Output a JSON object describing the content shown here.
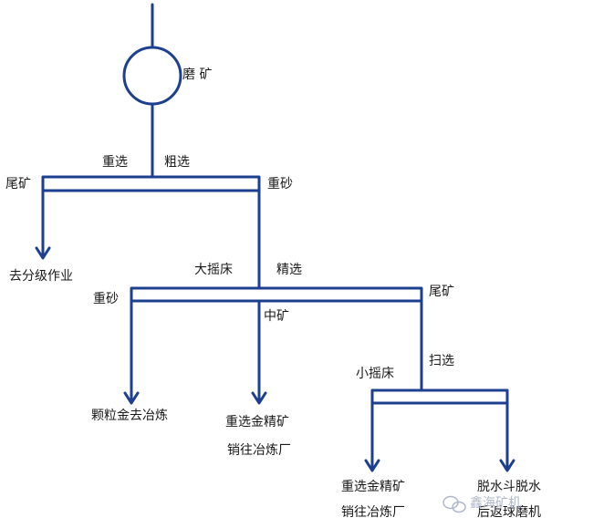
{
  "colors": {
    "line": "#1d3f8f",
    "text": "#1a1a1a",
    "watermark": "#b0b8c8",
    "background": "#ffffff"
  },
  "mill": {
    "label": "磨 矿"
  },
  "stage1": {
    "method": "重选",
    "stage": "粗选",
    "left_output": "尾矿",
    "right_output": "重砂",
    "left_destination": "去分级作业"
  },
  "stage2": {
    "equipment": "大摇床",
    "stage": "精选",
    "left_output": "重砂",
    "middle_output": "中矿",
    "right_output": "尾矿",
    "left_destination": "颗粒金去冶炼",
    "middle_destination_line1": "重选金精矿",
    "middle_destination_line2": "销往冶炼厂"
  },
  "stage3": {
    "equipment": "小摇床",
    "stage": "扫选",
    "left_destination_line1": "重选金精矿",
    "left_destination_line2": "销往冶炼厂",
    "right_destination_line1": "脱水斗脱水",
    "right_destination_line2": "后返球磨机"
  },
  "watermark": {
    "text": "鑫海矿机",
    "icon": "wechat-icon"
  }
}
